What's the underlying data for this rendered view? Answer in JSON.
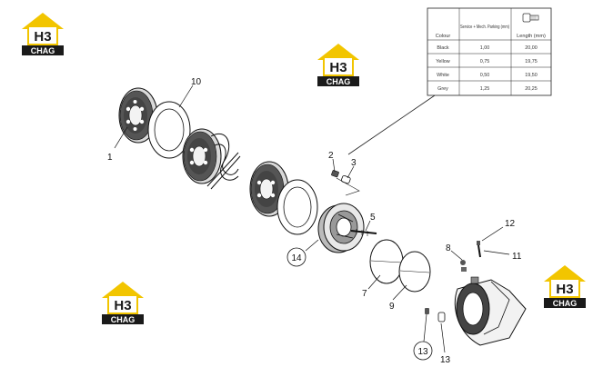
{
  "brand": {
    "mark": "H3",
    "word": "CHAG",
    "color_yellow": "#f2c500",
    "color_dark": "#1a1a1a"
  },
  "table": {
    "headers": {
      "colour": "Colour",
      "service": "Service + Mech. Parking (mm)",
      "length": "Length (mm)"
    },
    "rows": [
      {
        "colour": "Black",
        "service": "1,00",
        "length": "20,00"
      },
      {
        "colour": "Yellow",
        "service": "0,75",
        "length": "19,75"
      },
      {
        "colour": "White",
        "service": "0,50",
        "length": "19,50"
      },
      {
        "colour": "Grey",
        "service": "1,25",
        "length": "20,25"
      }
    ]
  },
  "callouts": {
    "c1": "1",
    "c10": "10",
    "c2": "2",
    "c3": "3",
    "c5": "5",
    "c14": "14",
    "c12": "12",
    "c8": "8",
    "c11": "11",
    "c7": "7",
    "c9": "9",
    "c13a": "13",
    "c13b": "13"
  }
}
